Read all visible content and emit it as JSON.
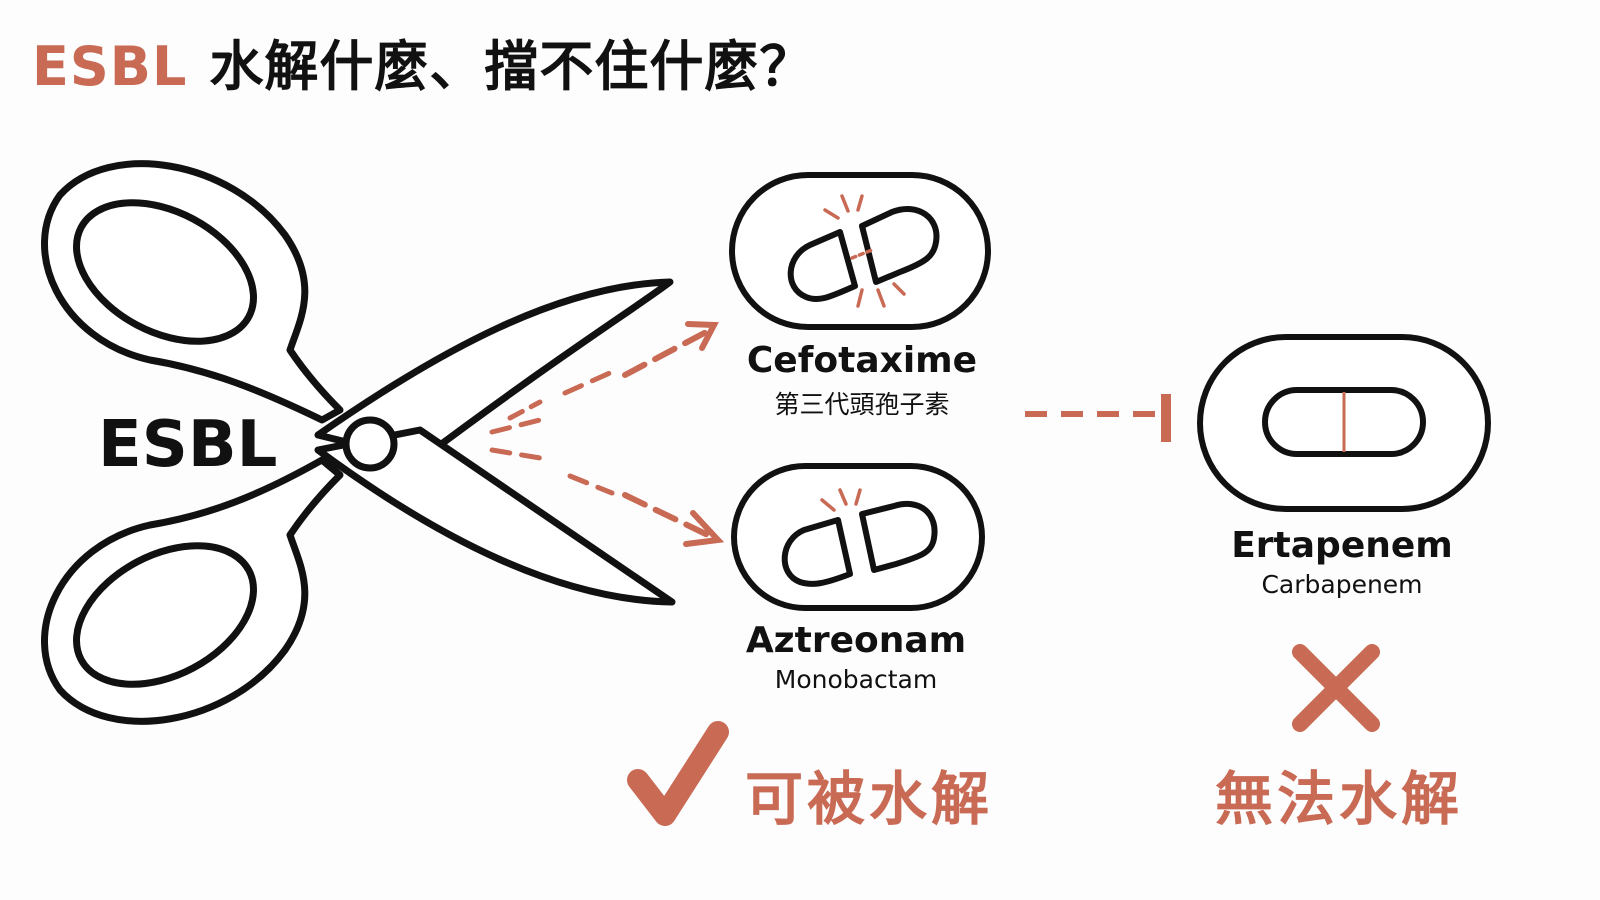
{
  "title": {
    "accent": "ESBL",
    "rest": "水解什麼、擋不住什麼？"
  },
  "scissors": {
    "label": "ESBL"
  },
  "drugs": [
    {
      "name": "Cefotaxime",
      "class": "第三代頭孢子素"
    },
    {
      "name": "Aztreonam",
      "class": "Monobactam"
    },
    {
      "name": "Ertapenem",
      "class": "Carbapenem"
    }
  ],
  "verdicts": {
    "hydrolyzed": "可被水解",
    "not_hydrolyzed": "無法水解"
  },
  "icons": {
    "scissors": "scissors-icon",
    "broken_capsule": "broken-capsule-icon",
    "intact_capsule": "intact-capsule-icon",
    "check": "check-icon",
    "cross": "cross-icon"
  },
  "colors": {
    "accent": "#c96a55",
    "ink": "#111111"
  }
}
